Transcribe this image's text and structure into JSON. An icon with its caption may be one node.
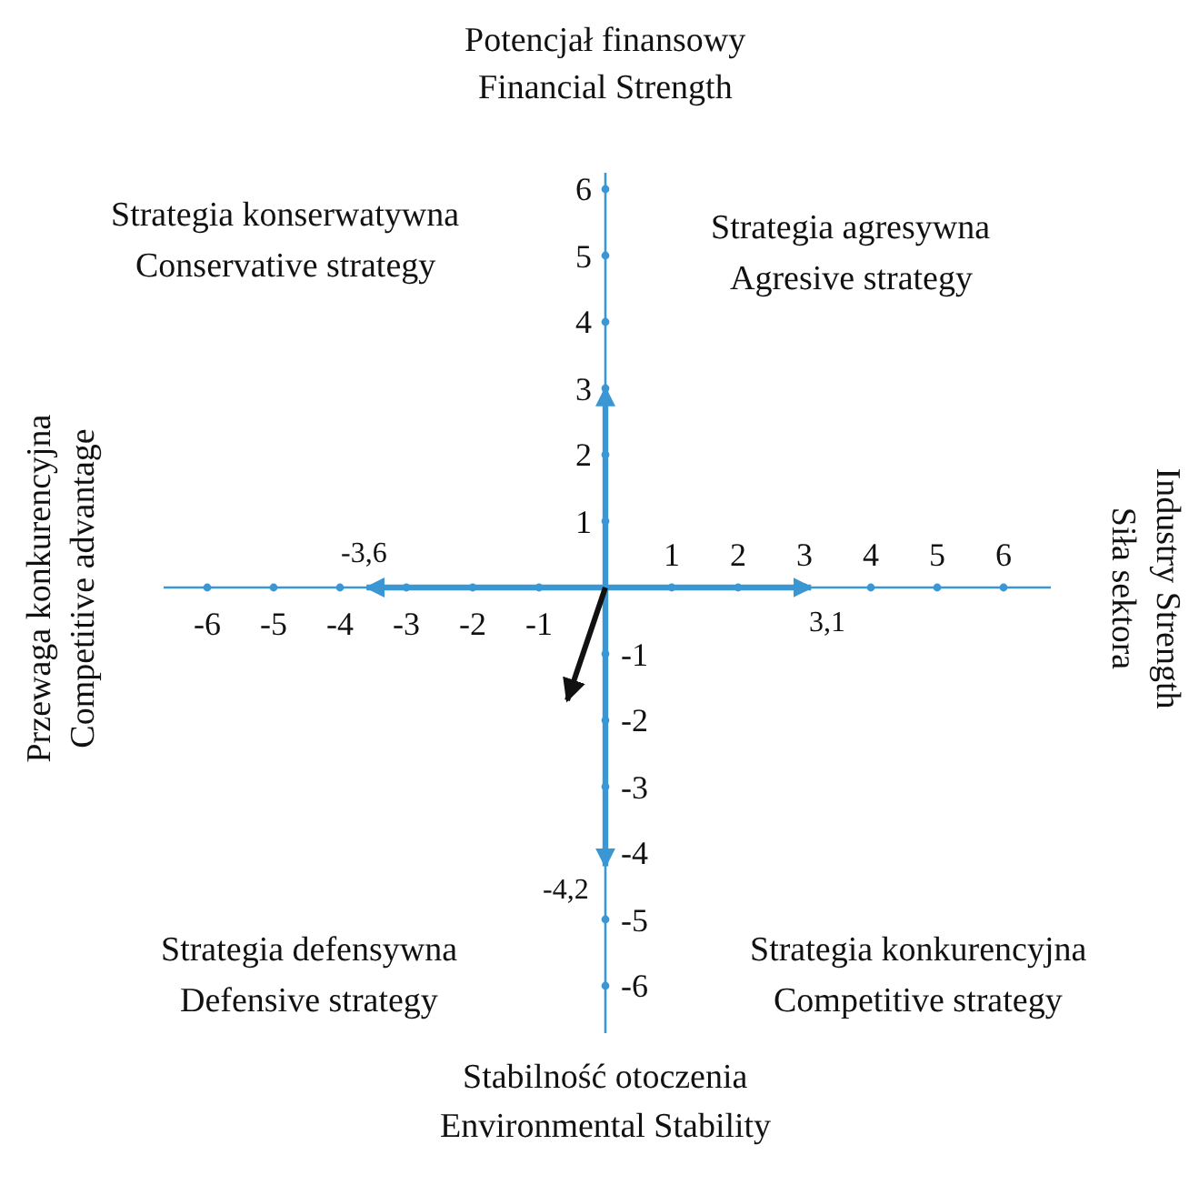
{
  "diagram": {
    "labels": [
      "Potencjał finansowy",
      "Financial Strength",
      "Strategia konserwatywna",
      "Conservative strategy",
      "Strategia agresywna",
      "Agresive strategy",
      "6",
      "5",
      "4",
      "3",
      "2",
      "1",
      "Przewaga konkurencyjna",
      "Competitive advantage",
      "Siła sektora",
      "Industry Strength",
      "-3,6",
      "1",
      "2",
      "3",
      "4",
      "5",
      "6",
      "-6",
      "-5",
      "-4",
      "-3",
      "-2",
      "-1",
      "3,1",
      "-1",
      "-2",
      "-3",
      "-4",
      "-4,2",
      "-5",
      "-6",
      "Strategia defensywna",
      "Defensive strategy",
      "Strategia konkurencyjna",
      "Competitive strategy",
      "Stabilność otoczenia",
      "Environmental Stability"
    ]
  }
}
